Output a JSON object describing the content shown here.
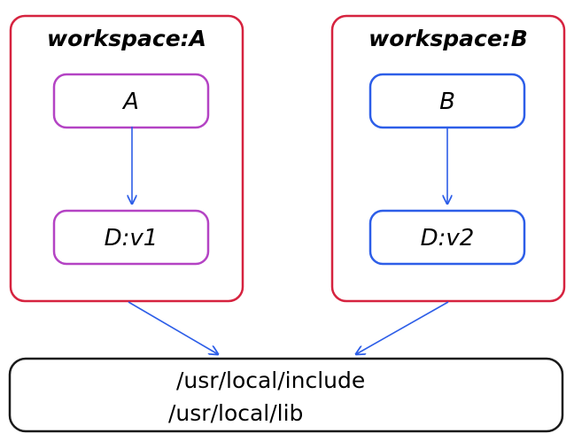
{
  "workspaces": [
    {
      "title": "workspace:A",
      "package": "A",
      "dependency": "D:v1"
    },
    {
      "title": "workspace:B",
      "package": "B",
      "dependency": "D:v2"
    }
  ],
  "system": {
    "include_path": "/usr/local/include",
    "lib_path": "/usr/local/lib"
  },
  "colors": {
    "workspace_border": "#d6233f",
    "node_a_border": "#b443c4",
    "node_b_border": "#2d5ee8",
    "arrow": "#2d5ee8",
    "system_border": "#1a1a1a"
  }
}
